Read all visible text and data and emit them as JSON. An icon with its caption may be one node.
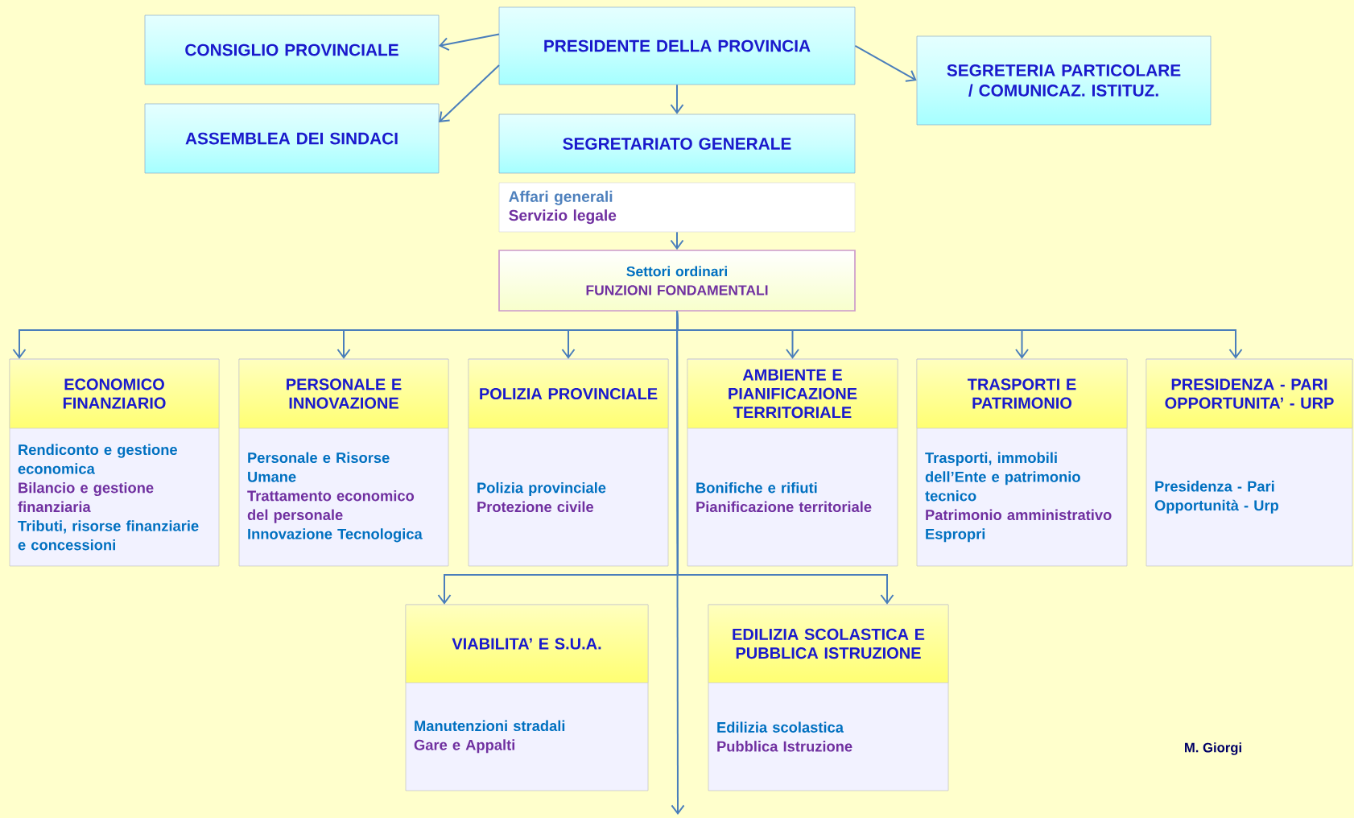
{
  "diagram": {
    "nodes": [
      {
        "text": [
          "PRESIDENTE DELLA PROVINCIA"
        ]
      },
      {
        "text": [
          "CONSIGLIO PROVINCIALE"
        ]
      },
      {
        "text": [
          "ASSEMBLEA DEI SINDACI"
        ]
      },
      {
        "text": [
          "SEGRETERIA PARTICOLARE / COMUNICAZ. ISTITUZ."
        ]
      },
      {
        "text": [
          "SEGRETARIATO GENERALE"
        ]
      },
      {
        "text": [
          "Affari generali",
          "Servizio legale"
        ]
      },
      {
        "text": [
          "Settori ordinari",
          "FUNZIONI FONDAMENTALI"
        ]
      },
      {
        "text": [
          "ECONOMICO FINANZIARIO",
          "Rendiconto e gestione economica",
          "Bilancio e gestione finanziaria",
          "Tributi, risorse finanziarie e concessioni"
        ]
      },
      {
        "text": [
          "PERSONALE  E INNOVAZIONE",
          "Personale e Risorse Umane",
          "Trattamento economico del personale",
          "Innovazione Tecnologica"
        ]
      },
      {
        "text": [
          "POLIZIA PROVINCIALE",
          "Polizia  provinciale",
          "Protezione civile"
        ]
      },
      {
        "text": [
          "AMBIENTE E PIANIFICAZIONE TERRITORIALE",
          "Bonifiche e rifiuti",
          "Pianificazione territoriale"
        ]
      },
      {
        "text": [
          "TRASPORTI E PATRIMONIO",
          "Trasporti,  immobili dell’Ente e patrimonio tecnico",
          "Patrimonio amministrativo",
          "Espropri"
        ]
      },
      {
        "text": [
          "PRESIDENZA  - PARI OPPORTUNITA’ - URP",
          "Presidenza  - Pari Opportunità -  Urp"
        ]
      },
      {
        "text": [
          "VIABILITA’ E S.U.A.",
          "Manutenzioni stradali",
          "Gare e Appalti"
        ]
      },
      {
        "text": [
          "EDILIZIA SCOLASTICA E PUBBLICA ISTRUZIONE",
          "Edilizia scolastica",
          "Pubblica Istruzione"
        ]
      }
    ],
    "edges": [
      {
        "from": 0,
        "to": 1,
        "arrow": "to"
      },
      {
        "from": 0,
        "to": 2,
        "arrow": "to"
      },
      {
        "from": 0,
        "to": 3,
        "arrow": "to"
      },
      {
        "from": 0,
        "to": 4,
        "arrow": "to"
      },
      {
        "from": 5,
        "to": 6,
        "arrow": "to"
      },
      {
        "from": 6,
        "to": 7,
        "arrow": "to"
      },
      {
        "from": 6,
        "to": 8,
        "arrow": "to"
      },
      {
        "from": 6,
        "to": 9,
        "arrow": "to"
      },
      {
        "from": 6,
        "to": 10,
        "arrow": "to"
      },
      {
        "from": 6,
        "to": 11,
        "arrow": "to"
      },
      {
        "from": 6,
        "to": 12,
        "arrow": "to"
      },
      {
        "from": 6,
        "to": 13,
        "arrow": "to"
      },
      {
        "from": 6,
        "to": 14,
        "arrow": "to"
      },
      {
        "from": 6,
        "to": null,
        "arrow": "to"
      }
    ],
    "labels": [
      "M. Giorgi"
    ]
  }
}
